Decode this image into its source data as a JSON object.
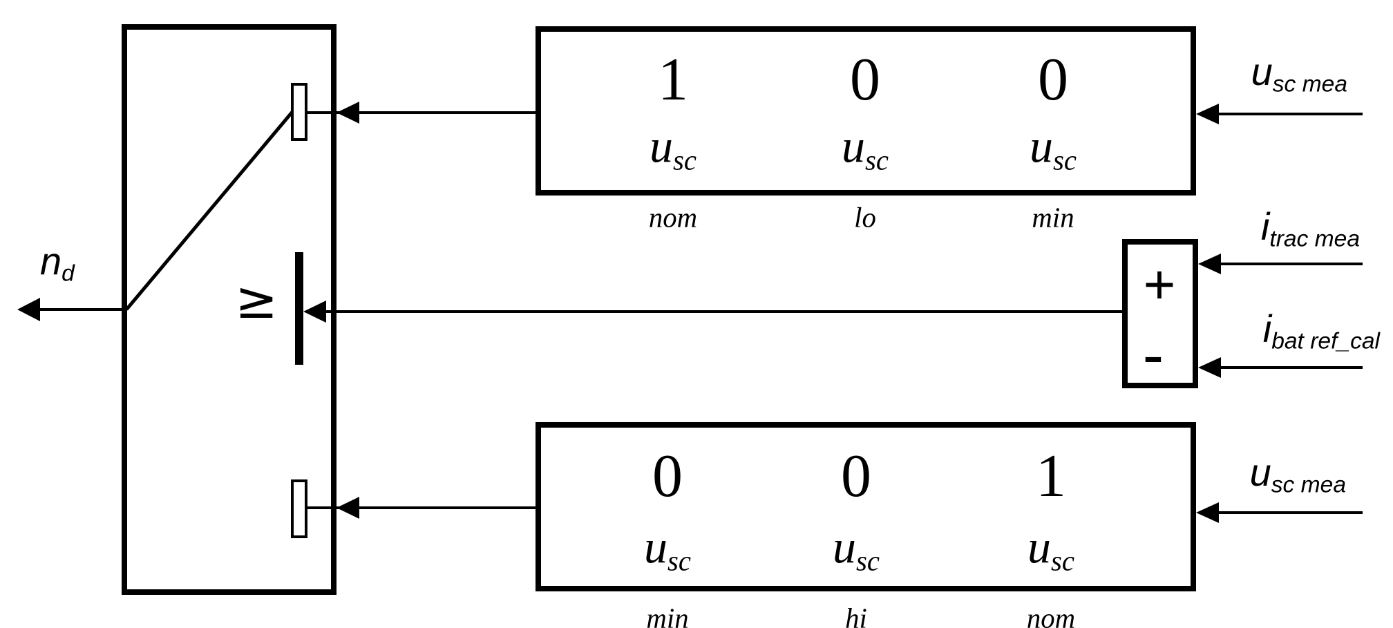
{
  "colors": {
    "ink": "#000000",
    "paper": "#ffffff"
  },
  "switch_block": {
    "output_label": {
      "base": "n",
      "sub": "d"
    },
    "comparator_symbol": "≥"
  },
  "summer": {
    "plus_label": "+",
    "minus_label": "-",
    "inputs": {
      "plus": {
        "base": "i",
        "sub": "trac mea"
      },
      "minus": {
        "base": "i",
        "sub": "bat ref_cal"
      }
    }
  },
  "top_table": {
    "cells": [
      {
        "value": "1",
        "base": "u",
        "sub": "sc nom"
      },
      {
        "value": "0",
        "base": "u",
        "sub": "sc lo"
      },
      {
        "value": "0",
        "base": "u",
        "sub": "sc min"
      }
    ],
    "input_label": {
      "base": "u",
      "sub": "sc mea"
    }
  },
  "bottom_table": {
    "cells": [
      {
        "value": "0",
        "base": "u",
        "sub": "sc min"
      },
      {
        "value": "0",
        "base": "u",
        "sub": "sc hi"
      },
      {
        "value": "1",
        "base": "u",
        "sub": "sc nom"
      }
    ],
    "input_label": {
      "base": "u",
      "sub": "sc mea"
    }
  }
}
